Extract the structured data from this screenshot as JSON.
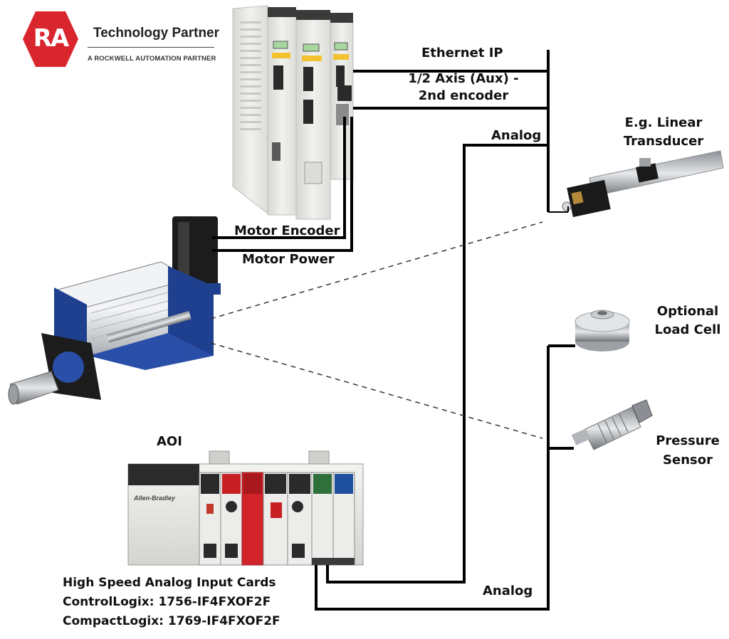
{
  "logo": {
    "mark": "RA",
    "title": "Technology Partner",
    "subtitle": "A ROCKWELL AUTOMATION PARTNER",
    "brand_color": "#d9262e"
  },
  "labels": {
    "ethernet": "Ethernet IP",
    "aux_line1": "1/2 Axis (Aux) -",
    "aux_line2": "2nd encoder",
    "analog_top": "Analog",
    "transducer_line1": "E.g. Linear",
    "transducer_line2": "Transducer",
    "motor_encoder": "Motor Encoder",
    "motor_power": "Motor Power",
    "load_cell_line1": "Optional",
    "load_cell_line2": "Load Cell",
    "pressure_line1": "Pressure",
    "pressure_line2": "Sensor",
    "aoi": "AOI",
    "analog_bottom": "Analog",
    "cards_title": "High Speed Analog Input Cards",
    "cards_controllogix": "ControlLogix: 1756-IF4FXOF2F",
    "cards_compactlogix": "CompactLogix: 1769-IF4FXOF2F"
  },
  "plc_brand": "Allen-Bradley",
  "colors": {
    "line": "#000000",
    "drive_body": "#e8e8e4",
    "actuator_blue": "#1f3f8f",
    "plc_red": "#d2232a"
  }
}
